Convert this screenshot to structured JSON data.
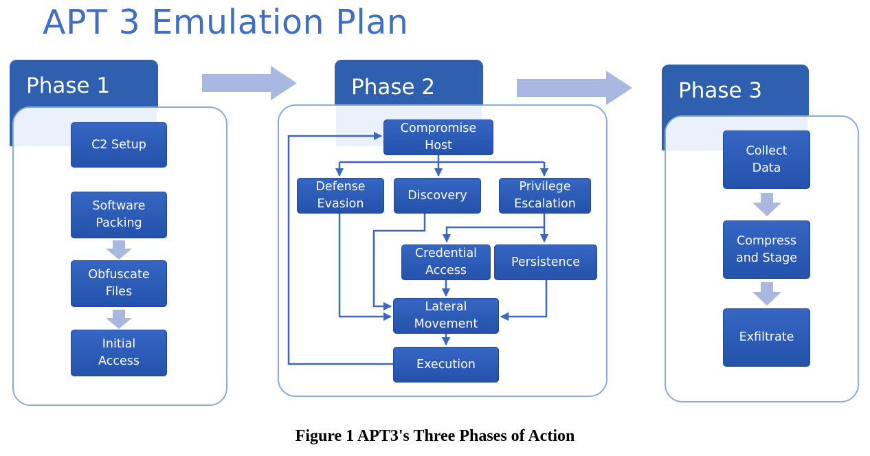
{
  "title": "APT 3 Emulation Plan",
  "caption": "Figure 1 APT3's Three Phases of Action",
  "colors": {
    "title": "#3f6ec3",
    "box": "#2f5faf",
    "panel_border": "#8aaad8",
    "arrow": "#a9b8e0",
    "connector": "#3a68c0"
  },
  "phases": [
    {
      "label": "Phase 1",
      "steps": [
        "C2 Setup",
        "Software\nPacking",
        "Obfuscate\nFiles",
        "Initial\nAccess"
      ]
    },
    {
      "label": "Phase 2",
      "steps": {
        "compromise_host": "Compromise\nHost",
        "defense_evasion": "Defense\nEvasion",
        "discovery": "Discovery",
        "privilege_escalation": "Privilege\nEscalation",
        "credential_access": "Credential\nAccess",
        "persistence": "Persistence",
        "lateral_movement": "Lateral\nMovement",
        "execution": "Execution"
      }
    },
    {
      "label": "Phase 3",
      "steps": [
        "Collect\nData",
        "Compress\nand Stage",
        "Exfiltrate"
      ]
    }
  ]
}
